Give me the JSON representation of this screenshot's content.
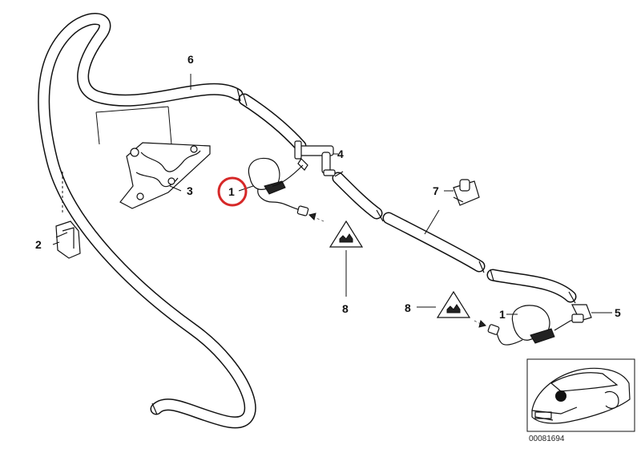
{
  "callouts": {
    "c1_top": "1",
    "c1_bottom": "1",
    "c2": "2",
    "c3": "3",
    "c4": "4",
    "c5": "5",
    "c6": "6",
    "c7": "7",
    "c8_center": "8",
    "c8_right": "8"
  },
  "highlight_color": "#d62828",
  "catalog_number": "00081694"
}
